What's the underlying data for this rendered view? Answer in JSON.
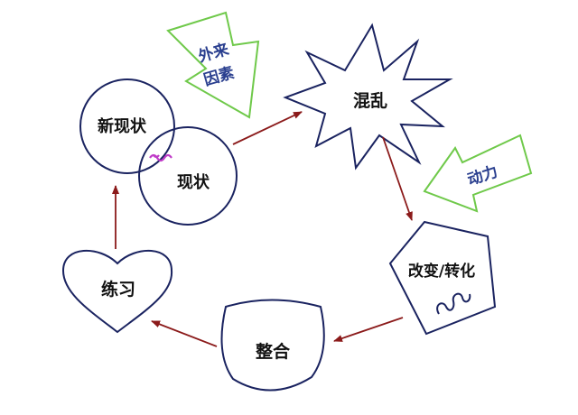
{
  "nodes": {
    "new_state": "新现状",
    "current_state": "现状",
    "chaos": "混乱",
    "change": "改变/转化",
    "integration": "整合",
    "practice": "练习"
  },
  "forces": {
    "external": [
      "外来",
      "因素"
    ],
    "drive": "动力"
  },
  "colors": {
    "outline": "#1a2360",
    "arrow": "#8b1a1a",
    "force_arrow": "#6fc94a",
    "force_text": "#2a3f8f",
    "squiggle": "#c03cc8",
    "text": "#111111"
  }
}
